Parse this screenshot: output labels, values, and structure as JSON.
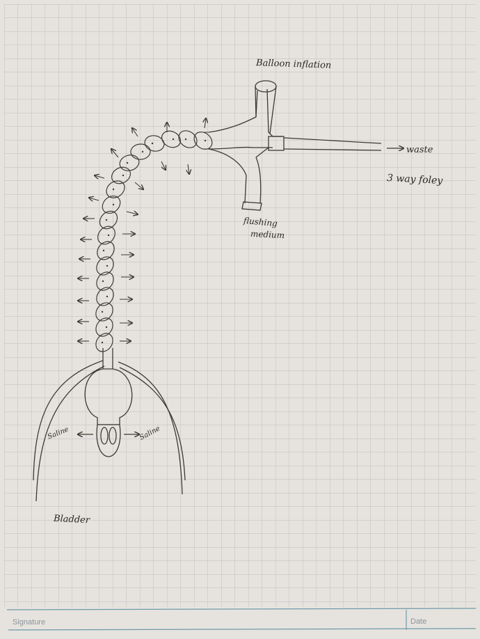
{
  "labels": {
    "balloon_inflation": "Balloon inflation",
    "waste": "waste",
    "three_way_foley": "3 way foley",
    "flushing_line1": "flushing",
    "flushing_line2": "medium",
    "saline_left": "Saline",
    "saline_right": "Saline",
    "bladder": "Bladder"
  },
  "form": {
    "signature_label": "Signature",
    "date_label": "Date"
  },
  "colors": {
    "paper": "#e6e3de",
    "grid": "#b9bcc0",
    "ink": "#3d3833",
    "form_line": "#6f9aa8"
  }
}
